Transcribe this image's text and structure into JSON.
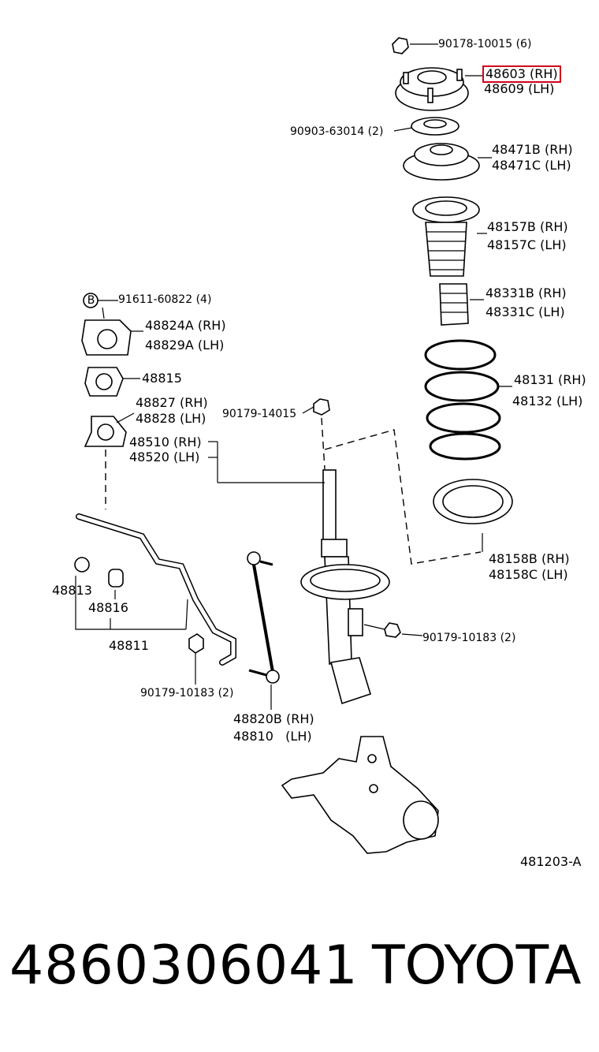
{
  "diagram": {
    "labels": {
      "nut_top": "90178-10015 (6)",
      "mount_rh": "48603 (RH)",
      "mount_lh": "48609 (LH)",
      "bearing": "90903-63014 (2)",
      "seat_rh": "48471B (RH)",
      "seat_lh": "48471C (LH)",
      "boot_rh": "48157B (RH)",
      "boot_lh": "48157C (LH)",
      "bumper_rh": "48331B (RH)",
      "bumper_lh": "48331C (LH)",
      "spring_rh": "48131 (RH)",
      "spring_lh": "48132 (LH)",
      "insul_rh": "48158B (RH)",
      "insul_lh": "48158C (LH)",
      "bolt_b": "91611-60822 (4)",
      "bolt_b_marker": "B",
      "bracket_rh": "48824A (RH)",
      "bracket_lh": "48829A (LH)",
      "bushing": "48815",
      "clamp_rh": "48827 (RH)",
      "clamp_lh": "48828 (LH)",
      "strut_nut": "90179-14015",
      "strut_rh": "48510 (RH)",
      "strut_lh": "48520 (LH)",
      "bush_48813": "48813",
      "bush_48816": "48816",
      "stab_bar": "48811",
      "nut_stab": "90179-10183 (2)",
      "nut_strut_bracket": "90179-10183 (2)",
      "link_rh": "48820B (RH)",
      "link_lh": "48810   (LH)",
      "ref_code": "481203-A"
    }
  },
  "footer": {
    "part_number": "4860306041",
    "brand": "TOYOTA"
  },
  "highlight_color": "#d0021b"
}
